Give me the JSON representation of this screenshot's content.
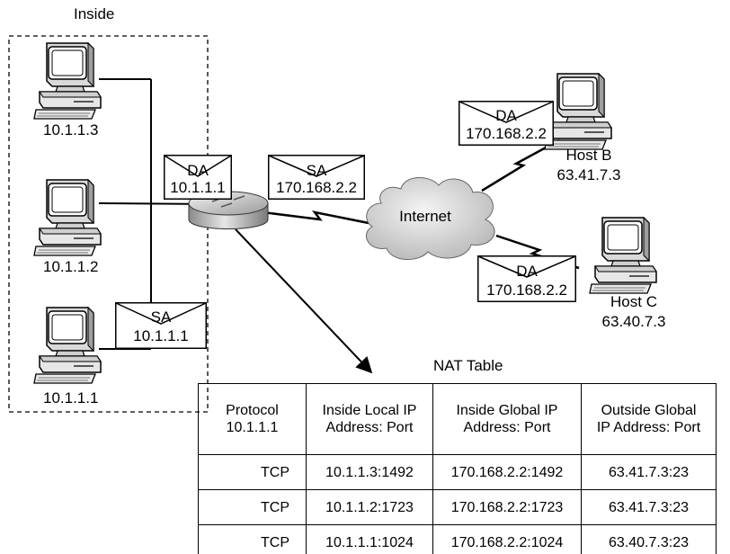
{
  "inside_label": "Inside",
  "hosts": {
    "pc1": "10.1.1.3",
    "pc2": "10.1.1.2",
    "pc3": "10.1.1.1",
    "hostB": {
      "name": "Host B",
      "ip": "63.41.7.3"
    },
    "hostC": {
      "name": "Host C",
      "ip": "63.40.7.3"
    }
  },
  "cloud_label": "Internet",
  "envelopes": {
    "router_da": {
      "tag": "DA",
      "addr": "10.1.1.1"
    },
    "router_sa": {
      "tag": "SA",
      "addr": "170.168.2.2"
    },
    "inside_sa": {
      "tag": "SA",
      "addr": "10.1.1.1"
    },
    "hostB_da": {
      "tag": "DA",
      "addr": "170.168.2.2"
    },
    "hostC_da": {
      "tag": "DA",
      "addr": "170.168.2.2"
    }
  },
  "nat_table": {
    "title": "NAT Table",
    "headers": [
      [
        "Protocol",
        "10.1.1.1"
      ],
      [
        "Inside Local IP",
        "Address: Port"
      ],
      [
        "Inside Global IP",
        "Address: Port"
      ],
      [
        "Outside Global",
        "IP Address: Port"
      ]
    ],
    "rows": [
      [
        "TCP",
        "10.1.1.3:1492",
        "170.168.2.2:1492",
        "63.41.7.3:23"
      ],
      [
        "TCP",
        "10.1.1.2:1723",
        "170.168.2.2:1723",
        "63.41.7.3:23"
      ],
      [
        "TCP",
        "10.1.1.1:1024",
        "170.168.2.2:1024",
        "63.40.7.3:23"
      ]
    ]
  }
}
